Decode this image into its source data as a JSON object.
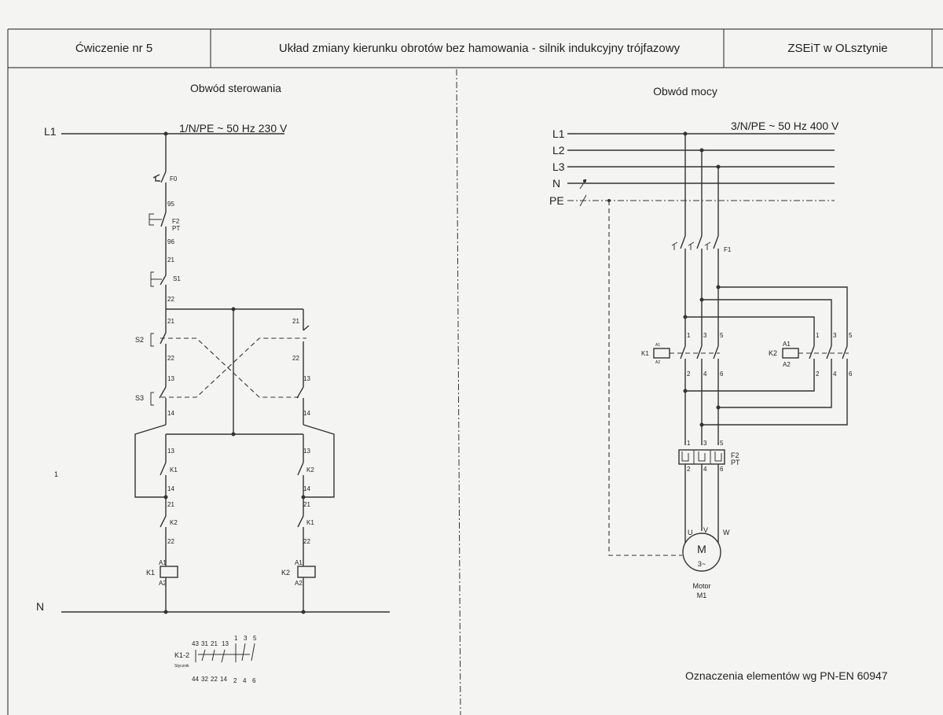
{
  "header": {
    "exercise": "Ćwiczenie nr 5",
    "title": "Układ zmiany kierunku obrotów bez hamowania - silnik indukcyjny trójfazowy",
    "school": "ZSEiT w OLsztynie"
  },
  "control": {
    "title": "Obwód sterowania",
    "supply": "1/N/PE ~ 50 Hz 230 V",
    "line_l1": "L1",
    "line_n": "N",
    "f0": "F0",
    "f2": "F2",
    "pt": "PT",
    "s1": "S1",
    "s2": "S2",
    "s3": "S3",
    "k1": "K1",
    "k2": "K2",
    "a1": "A1",
    "a2": "A2",
    "t95": "95",
    "t96": "96",
    "t21": "21",
    "t22": "22",
    "t13": "13",
    "t14": "14",
    "mark": "1"
  },
  "legend": {
    "label": "K1-2",
    "sublabel": "Stycznik",
    "top": [
      "43",
      "31",
      "21",
      "13",
      "1",
      "3",
      "5"
    ],
    "bottom": [
      "44",
      "32",
      "22",
      "14",
      "2",
      "4",
      "6"
    ]
  },
  "power": {
    "title": "Obwód mocy",
    "supply": "3/N/PE ~ 50 Hz 400 V",
    "lines": [
      "L1",
      "L2",
      "L3",
      "N",
      "PE"
    ],
    "f1": "F1",
    "f2": "F2",
    "pt": "PT",
    "k1": "K1",
    "k2": "K2",
    "a1": "A1",
    "a2": "A2",
    "t1": "1",
    "t2": "2",
    "t3": "3",
    "t4": "4",
    "t5": "5",
    "t6": "6",
    "u": "U",
    "v": "V",
    "w": "W",
    "motor_m": "M",
    "motor_phase": "3~",
    "motor_label": "Motor",
    "motor_id": "M1"
  },
  "footer": {
    "norm": "Oznaczenia elementów wg PN-EN 60947"
  }
}
